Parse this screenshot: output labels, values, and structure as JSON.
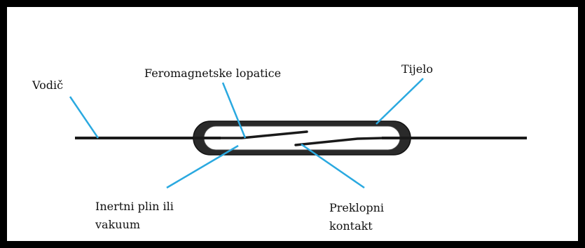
{
  "diagram": {
    "labels": {
      "vodic": "Vodič",
      "feromagnetske": "Feromagnetske lopatice",
      "tijelo": "Tijelo",
      "inertni_line1": "Inertni plin ili",
      "inertni_line2": "vakuum",
      "preklopni_line1": "Preklopni",
      "preklopni_line2": "kontakt"
    },
    "colors": {
      "frame": "#000000",
      "background": "#ffffff",
      "leader_lines": "#2aa9e0",
      "wire": "#1a1a1a"
    }
  }
}
